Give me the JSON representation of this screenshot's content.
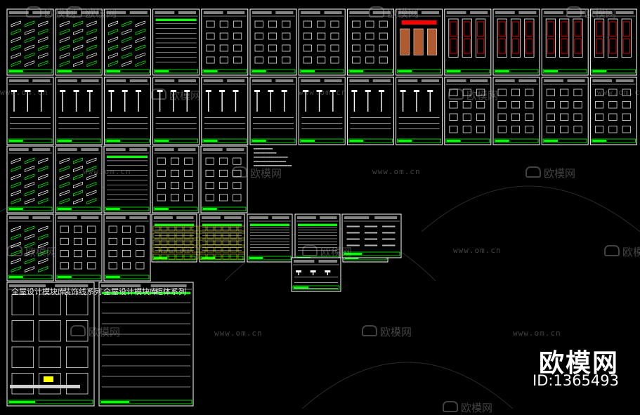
{
  "watermark": {
    "site": "www.om.cn",
    "brand": "欧模网"
  },
  "corner": {
    "brand": "欧模网",
    "id": "ID:1365493"
  },
  "sheets": {
    "row1_label": "全屋设计模块库",
    "big_left_title": [
      "全屋设计模块库",
      "装饰线系列"
    ],
    "big_right_title": [
      "全屋设计模块库",
      "柜体系列"
    ]
  },
  "colors": {
    "background": "#000000",
    "frame": "#ffffff",
    "accent_green": "#00ff00",
    "accent_red": "#ff0000",
    "accent_yellow": "#ffff00",
    "accent_brown": "#b05a30"
  }
}
